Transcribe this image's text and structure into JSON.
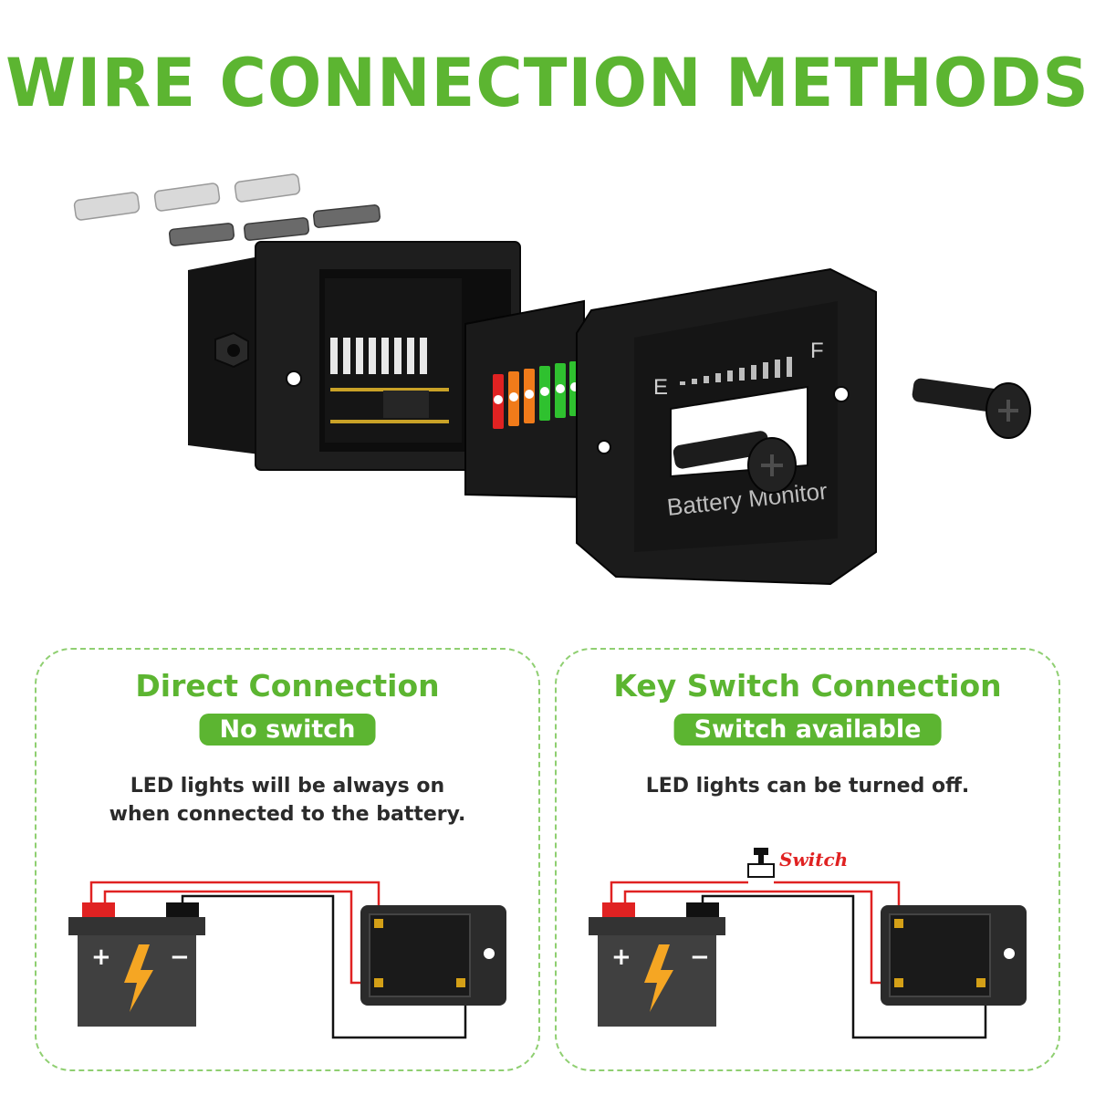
{
  "header": {
    "title": "WIRE CONNECTION METHODS"
  },
  "product": {
    "gauge_empty": "E",
    "gauge_full": "F",
    "label": "Battery Monitor"
  },
  "panels": [
    {
      "title": "Direct Connection",
      "badge": "No switch",
      "description_lines": [
        "LED lights will be always on",
        "when connected to the battery."
      ]
    },
    {
      "title": "Key Switch Connection",
      "badge": "Switch available",
      "description_lines": [
        "LED lights can be turned off."
      ],
      "switch_label": "Switch"
    }
  ],
  "battery": {
    "plus": "+",
    "minus": "−"
  },
  "colors": {
    "accent": "#5cb531",
    "positive_wire": "#e02222",
    "negative_wire": "#111111",
    "battery_body": "#404040",
    "bolt": "#f5a623"
  }
}
